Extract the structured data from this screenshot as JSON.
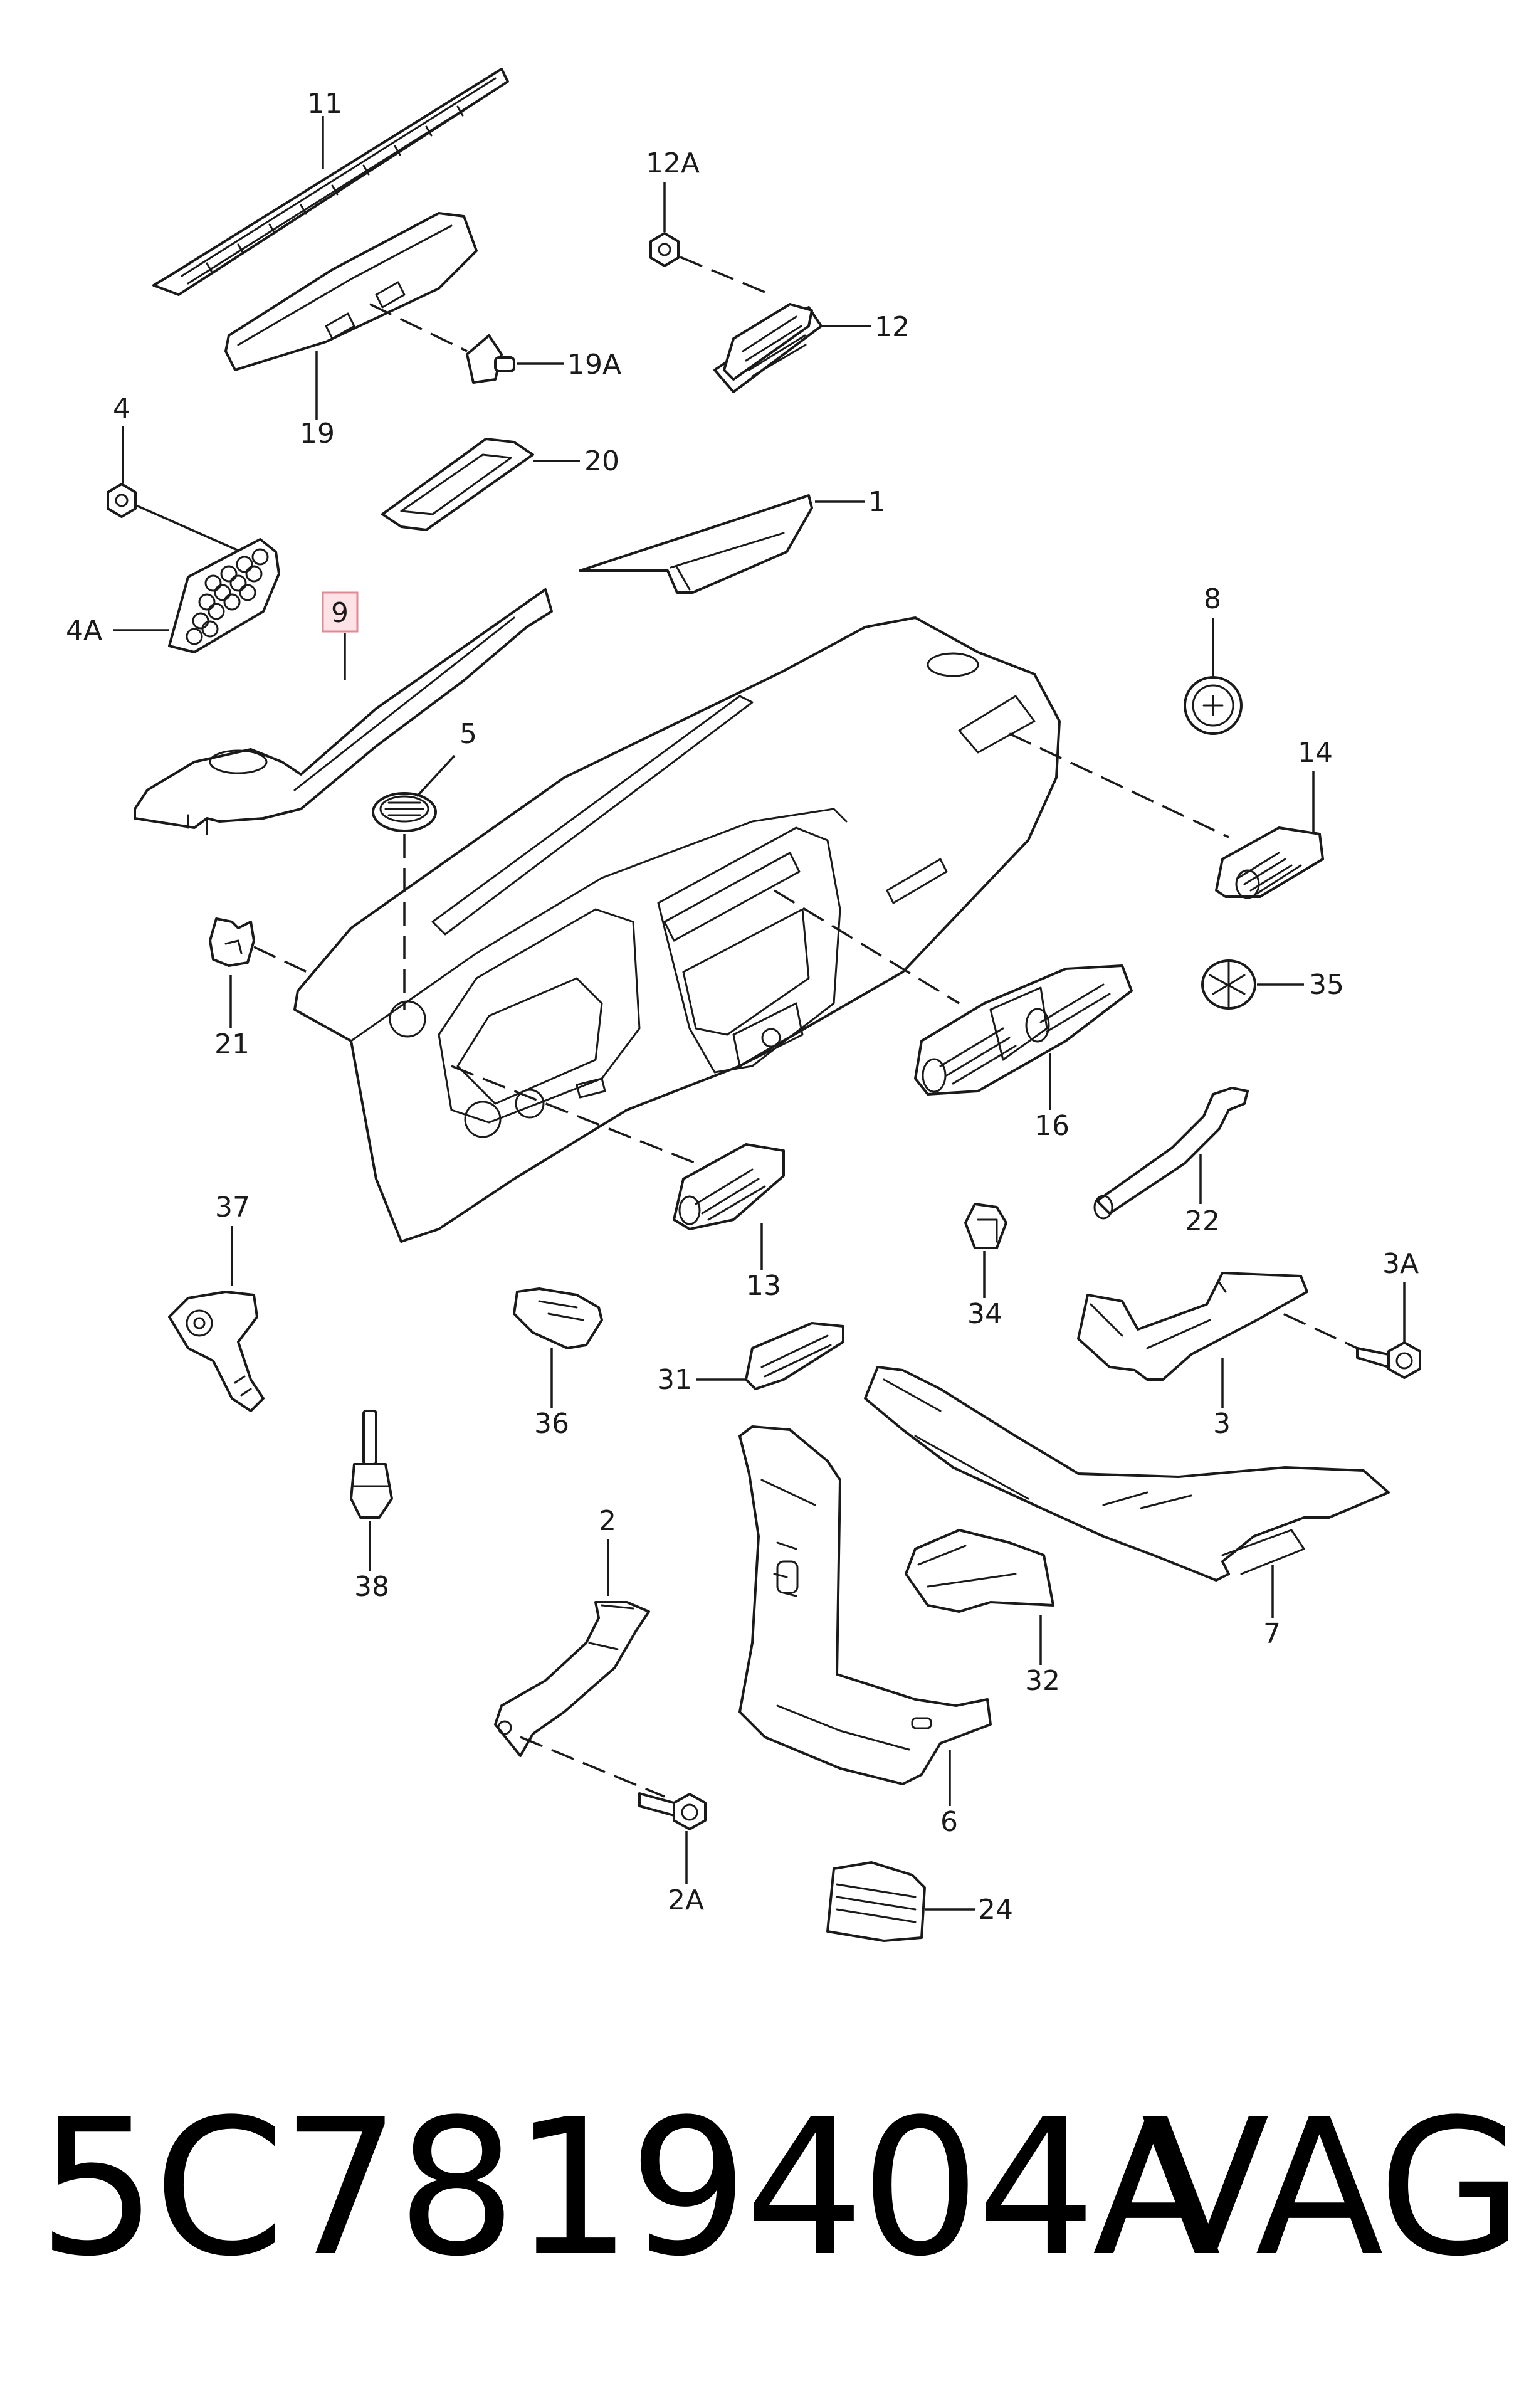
{
  "callouts": {
    "c11": "11",
    "c12A": "12A",
    "c12": "12",
    "c19A": "19A",
    "c19": "19",
    "c4": "4",
    "c20": "20",
    "c1": "1",
    "c4A": "4A",
    "c9": "9",
    "c8": "8",
    "c5": "5",
    "c14": "14",
    "c21": "21",
    "c35": "35",
    "c16": "16",
    "c22": "22",
    "c37": "37",
    "c13": "13",
    "c34": "34",
    "c3A": "3A",
    "c31": "31",
    "c36": "36",
    "c3": "3",
    "c38": "38",
    "c2": "2",
    "c7": "7",
    "c32": "32",
    "c6": "6",
    "c2A": "2A",
    "c24": "24"
  },
  "highlighted_callout": "9",
  "highlight_color": "#fde3e6",
  "footer": {
    "part_number": "5C7819404A",
    "brand": "VAG"
  }
}
